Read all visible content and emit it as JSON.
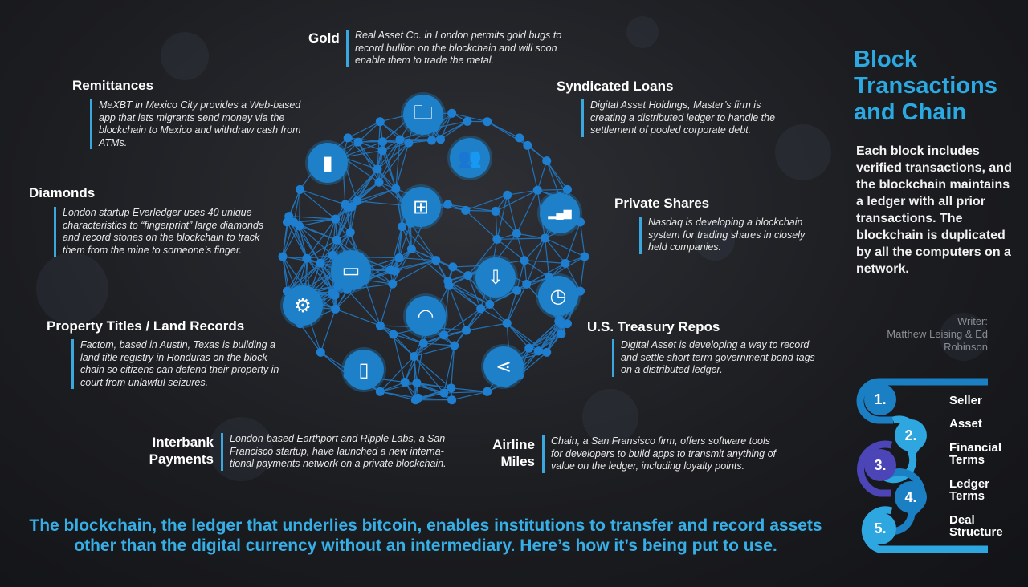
{
  "items": {
    "gold": {
      "title": "Gold",
      "text": "Real Asset Co. in London permits gold bugs to record bullion on the blockchain and will soon enable them to trade the metal."
    },
    "remittances": {
      "title": "Remittances",
      "text": "MeXBT in Mexico City provides a Web-based app that lets migrants send money via the blockchain to Mexico and withdraw cash from ATMs."
    },
    "syndicated": {
      "title": "Syndicated Loans",
      "text": "Digital Asset Holdings, Master’s firm is creating a distributed ledger to handle the settlement of pooled corporate debt."
    },
    "diamonds": {
      "title": "Diamonds",
      "text": "London startup Everledger uses 40 unique characteristics to “fingerprint” large diamonds and record stones on the blockchain to track them from the mine to someone’s finger."
    },
    "private": {
      "title": "Private Shares",
      "text": "Nasdaq is developing a blockchain system for trading shares in closely held companies."
    },
    "property": {
      "title": "Property Titles / Land Records",
      "text": "Factom, based in Austin, Texas is building a land title registry in Honduras on the block-chain so citizens can defend their property in court from unlawful seizures."
    },
    "treasury": {
      "title": "U.S. Treasury Repos",
      "text": "Digital Asset is developing a way to record and settle short term government bond tags on a distributed ledger."
    },
    "interbank": {
      "title": "Interbank Payments",
      "text": "London-based Earthport and Ripple Labs, a San Francisco startup, have launched a new interna-tional payments network on a private blockchain."
    },
    "airline": {
      "title": "Airline Miles",
      "text": "Chain, a San Fransisco firm, offers software tools for developers to build apps to transmit anything of value on the ledger, including loyalty points."
    }
  },
  "bottom_text": "The blockchain, the ledger that underlies bitcoin, enables institutions to transfer and record assets other than the digital currency without an intermediary. Here’s how it’s being put to use.",
  "sidebar": {
    "title": "Block Transactions and Chain",
    "paragraph": "Each block includes verified transactions, and the blockchain maintains a ledger with all prior transactions. The blockchain is duplicated by all the computers on a network.",
    "writer_label": "Writer:",
    "writers": "Matthew Leising & Ed Robinson",
    "steps": [
      {
        "num": "1.",
        "label": "Seller",
        "color": "#1b7fc4"
      },
      {
        "num": "2.",
        "label": "Asset",
        "color": "#2ea6df"
      },
      {
        "num": "3.",
        "label": "Financial Terms",
        "color": "#4b45b8"
      },
      {
        "num": "4.",
        "label": "Ledger Terms",
        "color": "#1b7fc4"
      },
      {
        "num": "5.",
        "label": "Deal Structure",
        "color": "#2ea6df"
      }
    ]
  },
  "icons": [
    "folder-icon",
    "battery-icon",
    "people-icon",
    "windows-icon",
    "bar-chart-icon",
    "monitor-icon",
    "cloud-download-icon",
    "clock-icon",
    "gear-icon",
    "wifi-icon",
    "tablet-icon",
    "share-icon"
  ],
  "accent": "#2ba9e2"
}
